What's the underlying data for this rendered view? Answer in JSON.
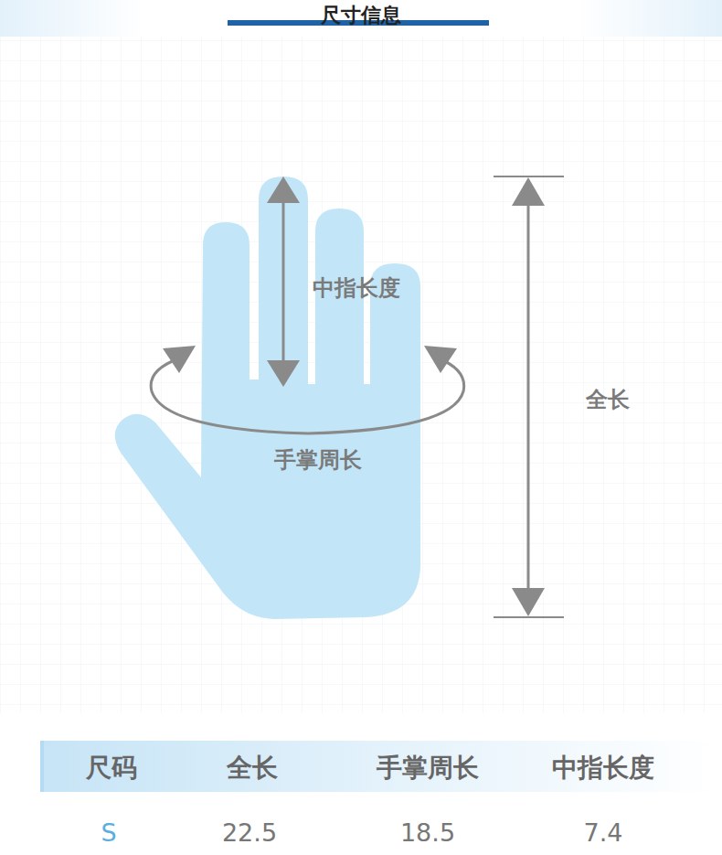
{
  "diagram": {
    "title": "尺寸信息",
    "labels": [
      "中指长度",
      "手掌周长",
      "全长",
      "尺码",
      "全长",
      "手掌周长",
      "中指长度",
      "S",
      "22.5",
      "18.5",
      "7.4"
    ]
  }
}
